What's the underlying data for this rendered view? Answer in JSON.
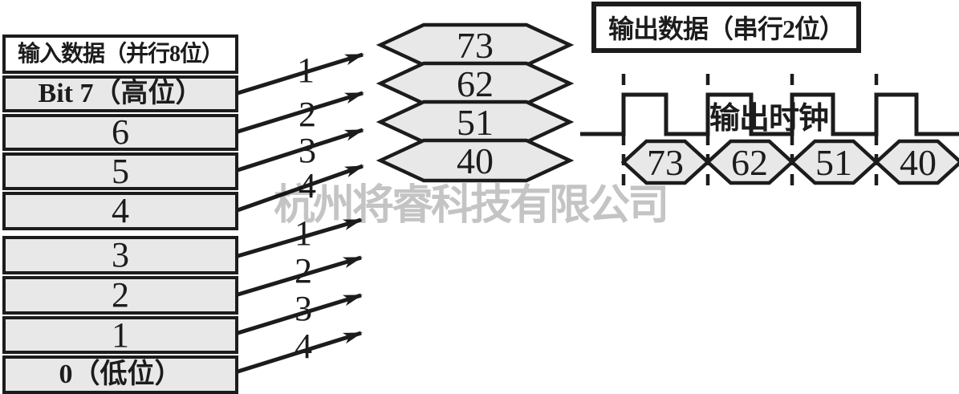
{
  "colors": {
    "shape_fill": "#e8e8e8",
    "line": "#1c1c1c",
    "watermark_gray": "#c4c4c4"
  },
  "input_table": {
    "header": "输入数据（并行8位）",
    "rows": [
      "Bit 7（高位）",
      "6",
      "5",
      "4",
      "3",
      "2",
      "1",
      "0（低位）"
    ]
  },
  "arrow_labels": {
    "upper": [
      "1",
      "2",
      "3",
      "4"
    ],
    "lower": [
      "1",
      "2",
      "3",
      "4"
    ]
  },
  "parallel_hexagons": [
    "73",
    "62",
    "51",
    "40"
  ],
  "output_data_box": "输出数据（串行2位）",
  "clock_label": "输出时钟",
  "serial_hexagons": [
    "73",
    "62",
    "51",
    "40"
  ],
  "watermark": "杭州将睿科技有限公司"
}
